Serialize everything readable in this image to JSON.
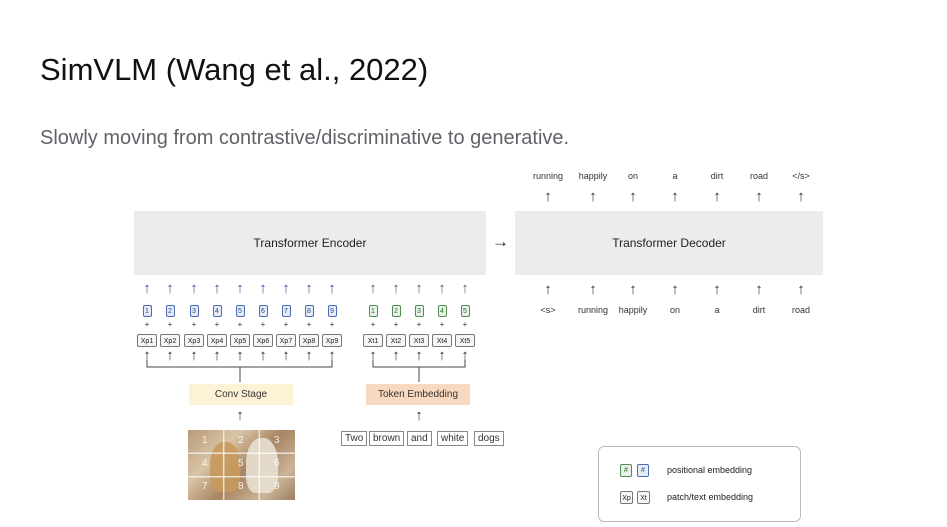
{
  "slide": {
    "title": "SimVLM (Wang et al., 2022)",
    "subtitle": "Slowly moving from contrastive/discriminative to generative."
  },
  "encoder": {
    "label": "Transformer Encoder",
    "patch_positions": [
      "1",
      "2",
      "3",
      "4",
      "5",
      "6",
      "7",
      "8",
      "9"
    ],
    "patch_tokens": [
      "Xp1",
      "Xp2",
      "Xp3",
      "Xp4",
      "Xp5",
      "Xp6",
      "Xp7",
      "Xp8",
      "Xp9"
    ],
    "text_positions": [
      "1",
      "2",
      "3",
      "4",
      "5"
    ],
    "text_tokens": [
      "Xt1",
      "Xt2",
      "Xt3",
      "Xt4",
      "Xt5"
    ],
    "conv_stage": "Conv Stage",
    "token_embedding": "Token Embedding",
    "input_words": [
      "Two",
      "brown",
      "and",
      "white",
      "dogs"
    ],
    "image_grid_labels": [
      "1",
      "2",
      "3",
      "4",
      "5",
      "6",
      "7",
      "8",
      "9"
    ]
  },
  "decoder": {
    "label": "Transformer Decoder",
    "outputs": [
      "running",
      "happily",
      "on",
      "a",
      "dirt",
      "road",
      "</s>"
    ],
    "inputs": [
      "<s>",
      "running",
      "happily",
      "on",
      "a",
      "dirt",
      "road"
    ]
  },
  "connector_arrow": "→",
  "legend": {
    "pos_symbol": "#",
    "pos_label": "positional embedding",
    "patch_symbol": "Xp",
    "text_symbol": "Xt",
    "patch_label": "patch/text embedding"
  },
  "colors": {
    "box_fill": "#ececec",
    "patch_blue": "#4a6ab3",
    "text_green": "#4f8a4f",
    "conv_fill": "#fdf2d6",
    "token_fill": "#f7d8c0"
  }
}
